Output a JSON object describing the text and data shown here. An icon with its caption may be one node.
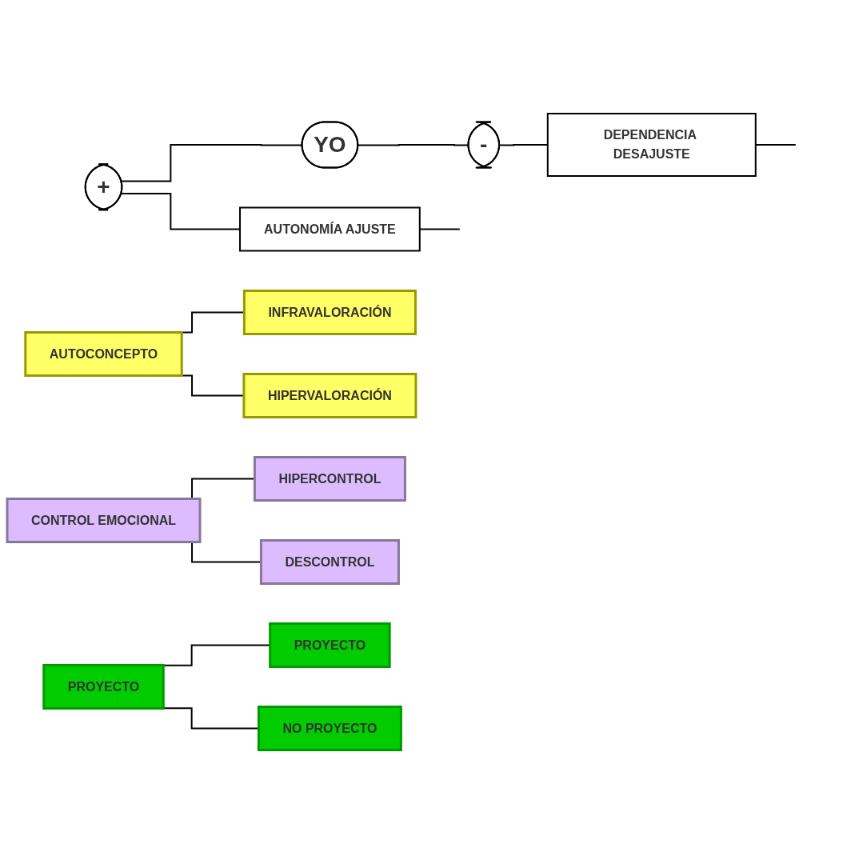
{
  "diagram": {
    "nodes": [
      {
        "text": [
          "+"
        ]
      },
      {
        "text": [
          "YO"
        ]
      },
      {
        "text": [
          "-"
        ]
      },
      {
        "text": [
          "AUTONOMÍA AJUSTE"
        ]
      },
      {
        "text": [
          "DEPENDENCIA DESAJUSTE"
        ]
      },
      {
        "text": [
          "AUTOCONCEPTO"
        ]
      },
      {
        "text": [
          "INFRAVALORACIÓN"
        ]
      },
      {
        "text": [
          "HIPERVALORACIÓN"
        ]
      },
      {
        "text": [
          "CONTROL EMOCIONAL"
        ]
      },
      {
        "text": [
          "HIPERCONTROL"
        ]
      },
      {
        "text": [
          "DESCONTROL"
        ]
      },
      {
        "text": [
          "PROYECTO"
        ]
      },
      {
        "text": [
          "PROYECTO"
        ]
      },
      {
        "text": [
          "NO PROYECTO"
        ]
      }
    ],
    "edges": [
      {
        "from": 0,
        "to": 1,
        "arrow": "none"
      },
      {
        "from": 1,
        "to": 2,
        "arrow": "none"
      },
      {
        "from": 0,
        "to": 3,
        "arrow": "none"
      },
      {
        "from": 2,
        "to": 4,
        "arrow": "none"
      },
      {
        "from": 3,
        "to": null,
        "arrow": "none"
      },
      {
        "from": 4,
        "to": null,
        "arrow": "none"
      },
      {
        "from": 5,
        "to": 6,
        "arrow": "none"
      },
      {
        "from": 5,
        "to": 7,
        "arrow": "none"
      },
      {
        "from": 8,
        "to": 9,
        "arrow": "none"
      },
      {
        "from": 8,
        "to": 10,
        "arrow": "none"
      },
      {
        "from": 11,
        "to": 12,
        "arrow": "none"
      },
      {
        "from": 11,
        "to": 13,
        "arrow": "none"
      }
    ]
  }
}
